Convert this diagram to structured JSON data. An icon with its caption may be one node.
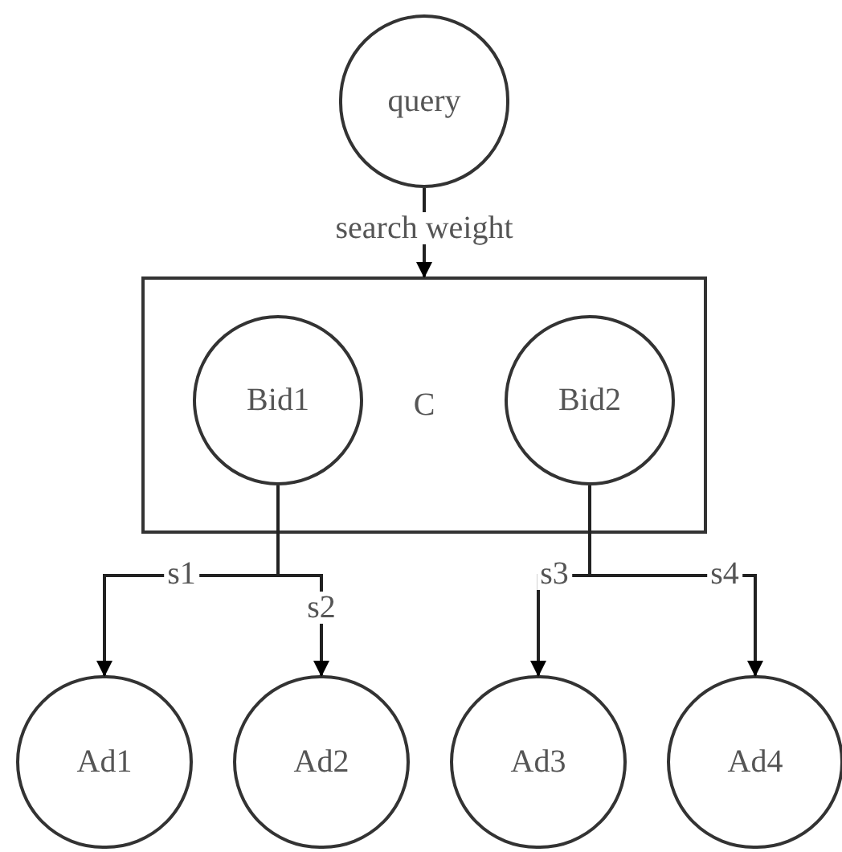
{
  "diagram": {
    "nodes": [
      {
        "text": [
          "query"
        ]
      },
      {
        "text": [
          "C"
        ]
      },
      {
        "text": [
          "Bid1"
        ],
        "in": 1
      },
      {
        "text": [
          "Bid2"
        ],
        "in": 1
      },
      {
        "text": [
          "Ad1"
        ]
      },
      {
        "text": [
          "Ad2"
        ]
      },
      {
        "text": [
          "Ad3"
        ]
      },
      {
        "text": [
          "Ad4"
        ]
      }
    ],
    "edges": [
      {
        "from": 0,
        "to": 1,
        "arrow": "to",
        "label": "search weight"
      },
      {
        "from": 2,
        "to": 4,
        "arrow": "to",
        "label": "s1"
      },
      {
        "from": 2,
        "to": 5,
        "arrow": "to",
        "label": "s2"
      },
      {
        "from": 3,
        "to": 6,
        "arrow": "to",
        "label": "s3"
      },
      {
        "from": 3,
        "to": 7,
        "arrow": "to",
        "label": "s4"
      }
    ]
  }
}
